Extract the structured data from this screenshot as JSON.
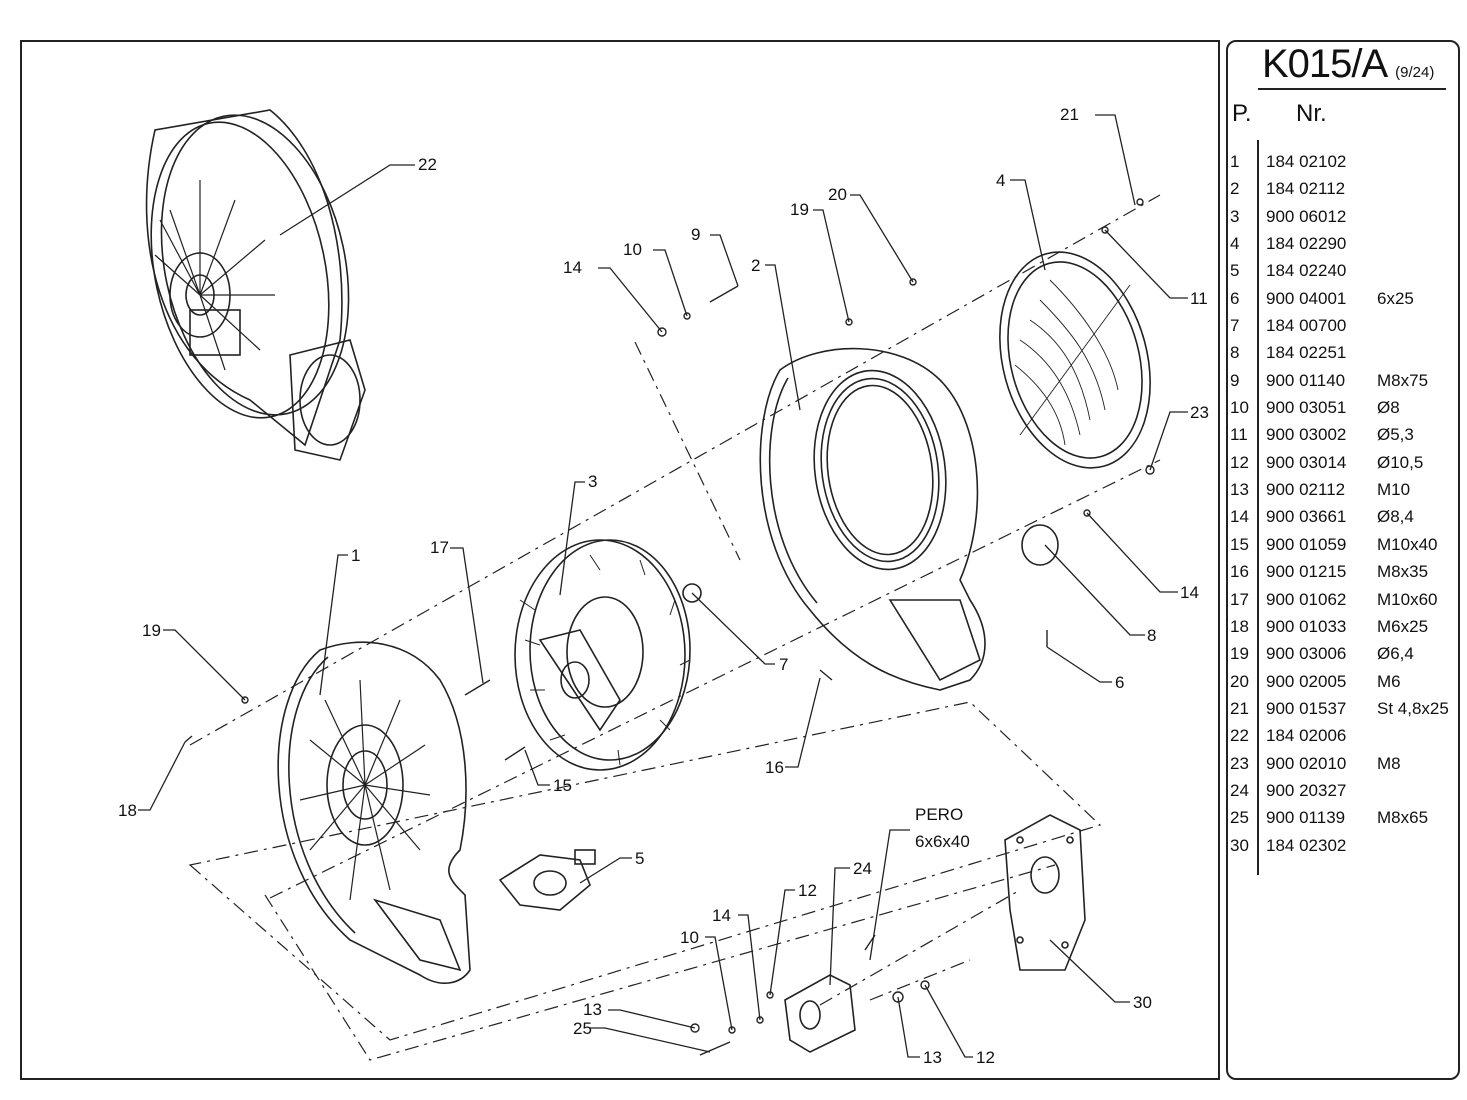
{
  "sheet": {
    "code": "K015/A",
    "page": "(9/24)",
    "col_pos": "P.",
    "col_nr": "Nr."
  },
  "parts": [
    {
      "p": "1",
      "nr": "184 02102",
      "size": ""
    },
    {
      "p": "2",
      "nr": "184 02112",
      "size": ""
    },
    {
      "p": "3",
      "nr": "900 06012",
      "size": ""
    },
    {
      "p": "4",
      "nr": "184 02290",
      "size": ""
    },
    {
      "p": "5",
      "nr": "184 02240",
      "size": ""
    },
    {
      "p": "6",
      "nr": "900 04001",
      "size": "6x25"
    },
    {
      "p": "7",
      "nr": "184 00700",
      "size": ""
    },
    {
      "p": "8",
      "nr": "184 02251",
      "size": ""
    },
    {
      "p": "9",
      "nr": "900 01140",
      "size": "M8x75"
    },
    {
      "p": "10",
      "nr": "900 03051",
      "size": "Ø8"
    },
    {
      "p": "11",
      "nr": "900 03002",
      "size": "Ø5,3"
    },
    {
      "p": "12",
      "nr": "900 03014",
      "size": "Ø10,5"
    },
    {
      "p": "13",
      "nr": "900 02112",
      "size": "M10"
    },
    {
      "p": "14",
      "nr": "900 03661",
      "size": "Ø8,4"
    },
    {
      "p": "15",
      "nr": "900 01059",
      "size": "M10x40"
    },
    {
      "p": "16",
      "nr": "900 01215",
      "size": "M8x35"
    },
    {
      "p": "17",
      "nr": "900 01062",
      "size": "M10x60"
    },
    {
      "p": "18",
      "nr": "900 01033",
      "size": "M6x25"
    },
    {
      "p": "19",
      "nr": "900 03006",
      "size": "Ø6,4"
    },
    {
      "p": "20",
      "nr": "900 02005",
      "size": "M6"
    },
    {
      "p": "21",
      "nr": "900 01537",
      "size": "St 4,8x25"
    },
    {
      "p": "22",
      "nr": "184 02006",
      "size": ""
    },
    {
      "p": "23",
      "nr": "900 02010",
      "size": "M8"
    },
    {
      "p": "24",
      "nr": "900 20327",
      "size": ""
    },
    {
      "p": "25",
      "nr": "900 01139",
      "size": "M8x65"
    },
    {
      "p": "30",
      "nr": "184 02302",
      "size": ""
    }
  ],
  "callouts": {
    "c22": "22",
    "c21": "21",
    "c20": "20",
    "c19a": "19",
    "c4": "4",
    "c14a": "14",
    "c10a": "10",
    "c9": "9",
    "c2": "2",
    "c11": "11",
    "c23": "23",
    "c3": "3",
    "c17": "17",
    "c1": "1",
    "c19b": "19",
    "c7": "7",
    "c14b": "14",
    "c8": "8",
    "c6": "6",
    "c18": "18",
    "c15": "15",
    "c16": "16",
    "c5": "5",
    "c24": "24",
    "c12a": "12",
    "c14c": "14",
    "c10b": "10",
    "c13a": "13",
    "c25": "25",
    "c30": "30",
    "c13b": "13",
    "c12b": "12"
  },
  "notes": {
    "pero_1": "PERO",
    "pero_2": "6x6x40"
  }
}
